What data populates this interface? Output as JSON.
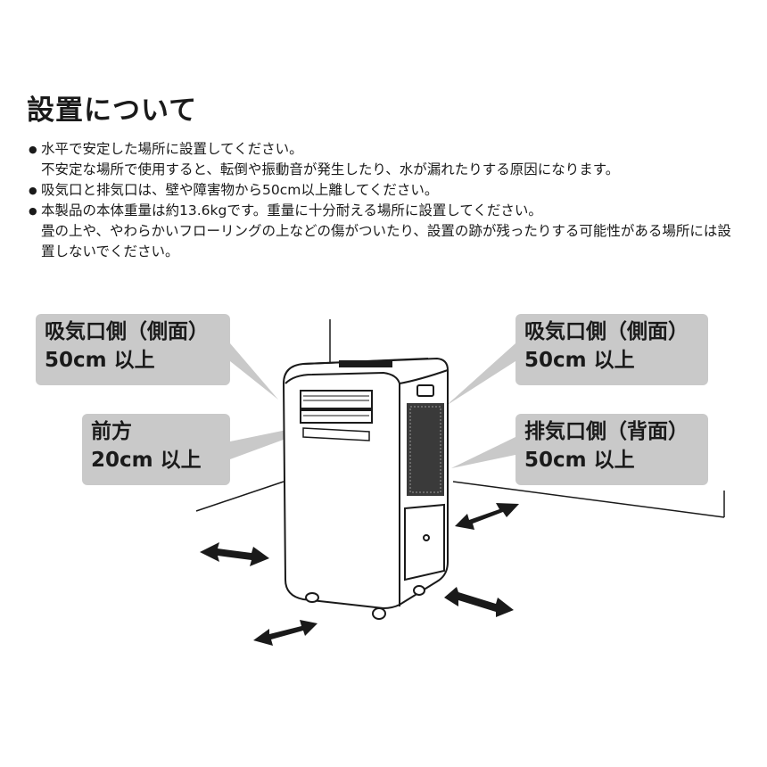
{
  "heading": "設置について",
  "notes": [
    {
      "line1": "水平で安定した場所に設置してください。",
      "line2": "不安定な場所で使用すると、転倒や振動音が発生したり、水が漏れたりする原因になります。"
    },
    {
      "line1": "吸気口と排気口は、壁や障害物から50cm以上離してください。",
      "line2": ""
    },
    {
      "line1": "本製品の本体重量は約13.6kgです。重量に十分耐える場所に設置してください。",
      "line2": "畳の上や、やわらかいフローリングの上などの傷がついたり、設置の跡が残ったりする可能性がある場所には設置しないでください。"
    }
  ],
  "callouts": {
    "intake_side_left": {
      "label": "吸気口側（側面）",
      "distance": "50cm 以上"
    },
    "front": {
      "label": "前方",
      "distance": "20cm 以上"
    },
    "intake_side_right": {
      "label": "吸気口側（側面）",
      "distance": "50cm 以上"
    },
    "exhaust_back": {
      "label": "排気口側（背面）",
      "distance": "50cm 以上"
    }
  },
  "colors": {
    "callout_bg": "#c9c9c9",
    "text": "#1a1a1a",
    "line": "#1a1a1a"
  },
  "icons": [
    "air-conditioner-illustration",
    "double-arrow-icon"
  ]
}
